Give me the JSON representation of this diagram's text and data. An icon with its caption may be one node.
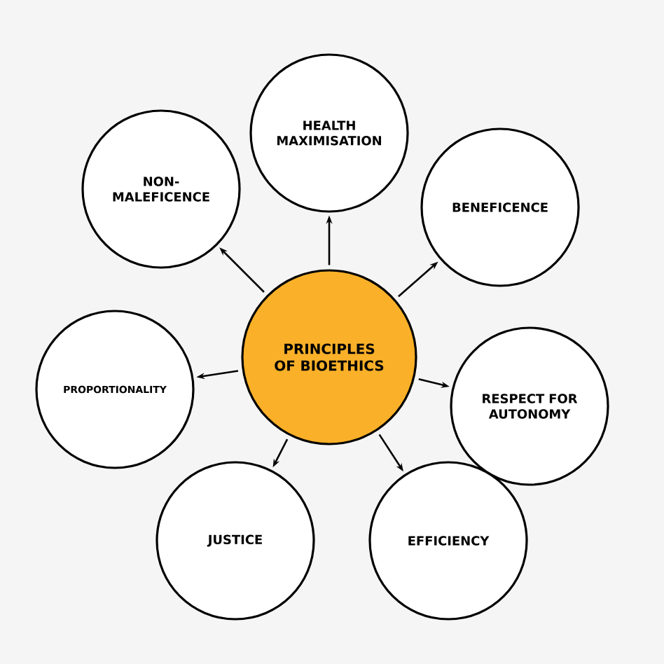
{
  "diagram": {
    "nodes": [
      {
        "text": [
          "PRINCIPLES OF BIOETHICS"
        ]
      },
      {
        "text": [
          "HEALTH MAXIMISATION"
        ]
      },
      {
        "text": [
          "BENEFICENCE"
        ]
      },
      {
        "text": [
          "RESPECT FOR AUTONOMY"
        ]
      },
      {
        "text": [
          "EFFICIENCY"
        ]
      },
      {
        "text": [
          "JUSTICE"
        ]
      },
      {
        "text": [
          "PROPORTIONALITY"
        ]
      },
      {
        "text": [
          "NON-MALEFICENCE"
        ]
      }
    ],
    "edges": [
      {
        "from": 0,
        "to": 1,
        "arrow": "to"
      },
      {
        "from": 0,
        "to": 2,
        "arrow": "to"
      },
      {
        "from": 0,
        "to": 3,
        "arrow": "to"
      },
      {
        "from": 0,
        "to": 4,
        "arrow": "to"
      },
      {
        "from": 0,
        "to": 5,
        "arrow": "to"
      },
      {
        "from": 0,
        "to": 6,
        "arrow": "to"
      },
      {
        "from": 0,
        "to": 7,
        "arrow": "to"
      }
    ]
  }
}
